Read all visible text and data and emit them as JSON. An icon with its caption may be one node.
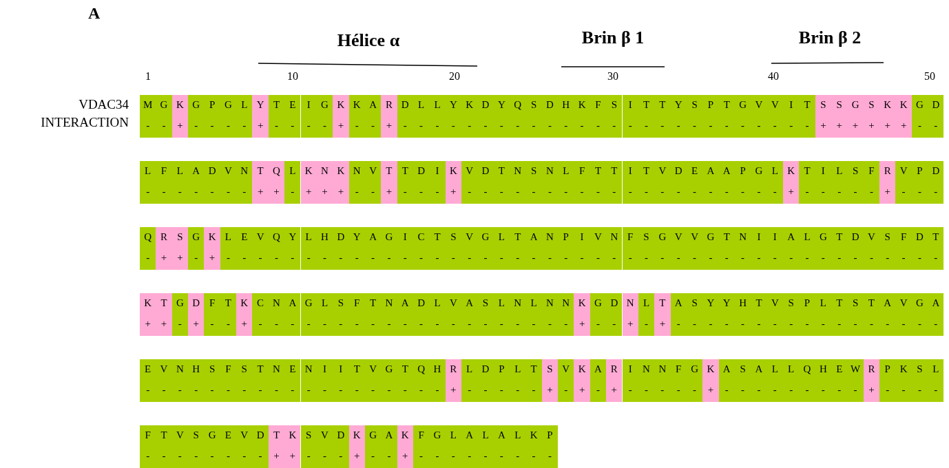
{
  "diagram": {
    "labels": [
      "A",
      "Hélice α",
      "Brin β 1",
      "Brin β 2",
      "1",
      "10",
      "20",
      "30",
      "40",
      "50",
      "VDAC34",
      "INTERACTION",
      "M",
      "G",
      "K",
      "G",
      "P",
      "G",
      "L",
      "Y",
      "T",
      "E",
      "I",
      "G",
      "K",
      "K",
      "A",
      "R",
      "D",
      "L",
      "L",
      "Y",
      "K",
      "D",
      "Y",
      "Q",
      "S",
      "D",
      "H",
      "K",
      "F",
      "S",
      "I",
      "T",
      "T",
      "Y",
      "S",
      "P",
      "T",
      "G",
      "V",
      "V",
      "I",
      "T",
      "S",
      "S",
      "G",
      "S",
      "K",
      "K",
      "G",
      "D",
      "-",
      "-",
      "+",
      "-",
      "-",
      "-",
      "-",
      "+",
      "-",
      "-",
      "-",
      "-",
      "+",
      "-",
      "-",
      "+",
      "-",
      "-",
      "-",
      "-",
      "-",
      "-",
      "-",
      "-",
      "-",
      "-",
      "-",
      "-",
      "-",
      "-",
      "-",
      "-",
      "-",
      "-",
      "-",
      "-",
      "-",
      "-",
      "-",
      "-",
      "-",
      "-",
      "+",
      "+",
      "+",
      "+",
      "+",
      "+",
      "-",
      "-",
      "L",
      "F",
      "L",
      "A",
      "D",
      "V",
      "N",
      "T",
      "Q",
      "L",
      "K",
      "N",
      "K",
      "N",
      "V",
      "T",
      "T",
      "D",
      "I",
      "K",
      "V",
      "D",
      "T",
      "N",
      "S",
      "N",
      "L",
      "F",
      "T",
      "T",
      "I",
      "T",
      "V",
      "D",
      "E",
      "A",
      "A",
      "P",
      "G",
      "L",
      "K",
      "T",
      "I",
      "L",
      "S",
      "F",
      "R",
      "V",
      "P",
      "D",
      "-",
      "-",
      "-",
      "-",
      "-",
      "-",
      "-",
      "+",
      "+",
      "-",
      "+",
      "+",
      "+",
      "-",
      "-",
      "+",
      "-",
      "-",
      "-",
      "+",
      "-",
      "-",
      "-",
      "-",
      "-",
      "-",
      "-",
      "-",
      "-",
      "-",
      "-",
      "-",
      "-",
      "-",
      "-",
      "-",
      "-",
      "-",
      "-",
      "-",
      "+",
      "-",
      "-",
      "-",
      "-",
      "-",
      "+",
      "-",
      "-",
      "-",
      "Q",
      "R",
      "S",
      "G",
      "K",
      "L",
      "E",
      "V",
      "Q",
      "Y",
      "L",
      "H",
      "D",
      "Y",
      "A",
      "G",
      "I",
      "C",
      "T",
      "S",
      "V",
      "G",
      "L",
      "T",
      "A",
      "N",
      "P",
      "I",
      "V",
      "N",
      "F",
      "S",
      "G",
      "V",
      "V",
      "G",
      "T",
      "N",
      "I",
      "I",
      "A",
      "L",
      "G",
      "T",
      "D",
      "V",
      "S",
      "F",
      "D",
      "T",
      "-",
      "+",
      "+",
      "-",
      "+",
      "-",
      "-",
      "-",
      "-",
      "-",
      "-",
      "-",
      "-",
      "-",
      "-",
      "-",
      "-",
      "-",
      "-",
      "-",
      "-",
      "-",
      "-",
      "-",
      "-",
      "-",
      "-",
      "-",
      "-",
      "-",
      "-",
      "-",
      "-",
      "-",
      "-",
      "-",
      "-",
      "-",
      "-",
      "-",
      "-",
      "-",
      "-",
      "-",
      "-",
      "-",
      "-",
      "-",
      "-",
      "-",
      "K",
      "T",
      "G",
      "D",
      "F",
      "T",
      "K",
      "C",
      "N",
      "A",
      "G",
      "L",
      "S",
      "F",
      "T",
      "N",
      "A",
      "D",
      "L",
      "V",
      "A",
      "S",
      "L",
      "N",
      "L",
      "N",
      "N",
      "K",
      "G",
      "D",
      "N",
      "L",
      "T",
      "A",
      "S",
      "Y",
      "Y",
      "H",
      "T",
      "V",
      "S",
      "P",
      "L",
      "T",
      "S",
      "T",
      "A",
      "V",
      "G",
      "A",
      "+",
      "+",
      "-",
      "+",
      "-",
      "-",
      "+",
      "-",
      "-",
      "-",
      "-",
      "-",
      "-",
      "-",
      "-",
      "-",
      "-",
      "-",
      "-",
      "-",
      "-",
      "-",
      "-",
      "-",
      "-",
      "-",
      "-",
      "+",
      "-",
      "-",
      "+",
      "-",
      "+",
      "-",
      "-",
      "-",
      "-",
      "-",
      "-",
      "-",
      "-",
      "-",
      "-",
      "-",
      "-",
      "-",
      "-",
      "-",
      "-",
      "-",
      "E",
      "V",
      "N",
      "H",
      "S",
      "F",
      "S",
      "T",
      "N",
      "E",
      "N",
      "I",
      "I",
      "T",
      "V",
      "G",
      "T",
      "Q",
      "H",
      "R",
      "L",
      "D",
      "P",
      "L",
      "T",
      "S",
      "V",
      "K",
      "A",
      "R",
      "I",
      "N",
      "N",
      "F",
      "G",
      "K",
      "A",
      "S",
      "A",
      "L",
      "L",
      "Q",
      "H",
      "E",
      "W",
      "R",
      "P",
      "K",
      "S",
      "L",
      "-",
      "-",
      "-",
      "-",
      "-",
      "-",
      "-",
      "-",
      "-",
      "-",
      "-",
      "-",
      "-",
      "-",
      "-",
      "-",
      "-",
      "-",
      "-",
      "+",
      "-",
      "-",
      "-",
      "-",
      "-",
      "+",
      "-",
      "+",
      "-",
      "+",
      "-",
      "-",
      "-",
      "-",
      "-",
      "+",
      "-",
      "-",
      "-",
      "-",
      "-",
      "-",
      "-",
      "-",
      "-",
      "+",
      "-",
      "-",
      "-",
      "-",
      "F",
      "T",
      "V",
      "S",
      "G",
      "E",
      "V",
      "D",
      "T",
      "K",
      "S",
      "V",
      "D",
      "K",
      "G",
      "A",
      "K",
      "F",
      "G",
      "L",
      "A",
      "L",
      "A",
      "L",
      "K",
      "P",
      "-",
      "-",
      "-",
      "-",
      "-",
      "-",
      "-",
      "-",
      "+",
      "+",
      "-",
      "-",
      "-",
      "+",
      "-",
      "-",
      "+",
      "-",
      "-",
      "-",
      "-",
      "-",
      "-",
      "-",
      "-",
      "-"
    ]
  }
}
